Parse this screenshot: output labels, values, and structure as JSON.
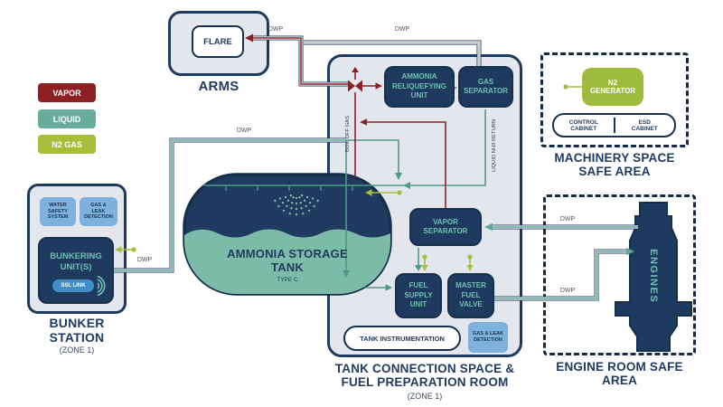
{
  "colors": {
    "navy": "#1E3A5F",
    "navy_dark": "#16304C",
    "room_fill": "#E4E6ED",
    "vapor_red": "#8E2025",
    "liquid_teal": "#5FA893",
    "liquid_fill": "#7CBBA8",
    "n2_green": "#A6BE3C",
    "light_blue": "#7EB2DD",
    "ssl_blue": "#3F8EC7",
    "pale_pipe": "#BEC6AD",
    "teal_text": "#6FC0B2"
  },
  "legend": {
    "items": [
      {
        "label": "VAPOR",
        "color": "#8E2025"
      },
      {
        "label": "LIQUID",
        "color": "#68AC9C"
      },
      {
        "label": "N2 GAS",
        "color": "#A6BE3C"
      }
    ]
  },
  "arms": {
    "caption": "ARMS",
    "flare_label": "FLARE"
  },
  "bunker_station": {
    "caption": "BUNKER STATION",
    "zone": "(ZONE 1)",
    "water_safety": "WATER SAFETY SYSTEM",
    "gas_leak": "GAS & LEAK DETECTION",
    "bunkering_unit": "BUNKERING UNIT(S)",
    "ssl_link": "SSL LINK"
  },
  "storage_tank": {
    "title": "AMMONIA STORAGE TANK",
    "type_label": "TYPE C"
  },
  "tcs": {
    "caption": "TANK CONNECTION SPACE & FUEL PREPARATION ROOM",
    "zone": "(ZONE 1)",
    "reliquefying": "AMMONIA RELIQUEFYING UNIT",
    "gas_separator": "GAS SEPARATOR",
    "vapor_separator": "VAPOR SEPARATOR",
    "fuel_supply": "FUEL SUPPLY UNIT",
    "master_fuel_valve": "MASTER FUEL VALVE",
    "tank_instrumentation": "TANK INSTRUMENTATION",
    "gas_leak": "GAS & LEAK DETECTION"
  },
  "machinery_space": {
    "caption": "MACHINERY SPACE SAFE AREA",
    "n2_generator": "N2 GENERATOR",
    "control_cabinet": "CONTROL CABINET",
    "esd_cabinet": "ESD CABINET"
  },
  "engine_room": {
    "caption": "ENGINE ROOM SAFE AREA",
    "engines": "ENGINES"
  },
  "pipe_labels": {
    "dwp_flare_left": "DWP",
    "dwp_flare_right": "DWP",
    "dwp_bunker_top": "DWP",
    "dwp_bunker": "DWP",
    "dwp_engine_top": "DWP",
    "dwp_engine_bottom": "DWP",
    "boil_off_gas": "BOIL OFF GAS",
    "liquid_nh3_return": "LIQUID NH3 RETURN"
  }
}
